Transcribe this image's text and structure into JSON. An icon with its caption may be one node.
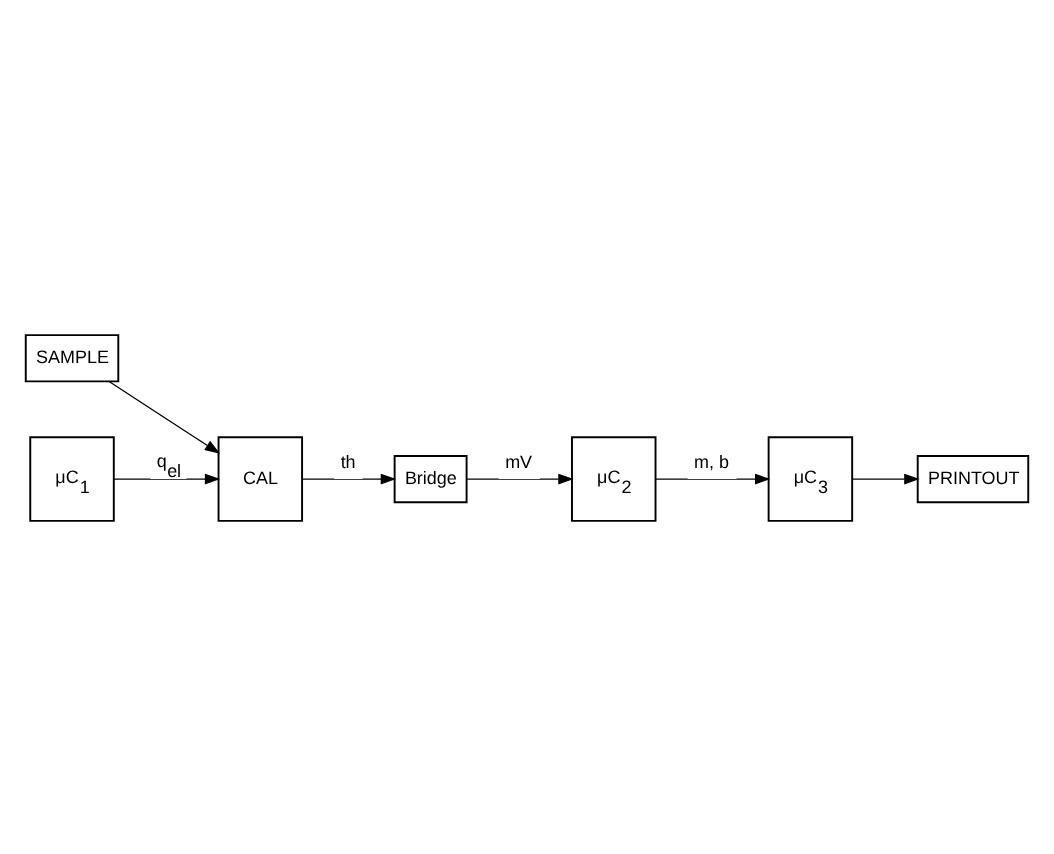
{
  "diagram": {
    "nodes": [
      {
        "text": [
          "SAMPLE"
        ]
      },
      {
        "text": [
          "Bridge"
        ]
      },
      {
        "text": [
          "μC$_{1}$"
        ]
      },
      {
        "text": [
          "CAL"
        ]
      },
      {
        "text": [
          "μC$_{2}$"
        ]
      },
      {
        "text": [
          "μC$_{3}$"
        ]
      },
      {
        "text": [
          "PRINTOUT"
        ]
      }
    ],
    "edges": [
      {
        "from": 0,
        "to": 3,
        "arrow": "to"
      },
      {
        "from": 3,
        "to": 1,
        "arrow": "to",
        "label": "th"
      },
      {
        "from": 1,
        "to": 4,
        "arrow": "to",
        "label": "mV"
      },
      {
        "from": 2,
        "to": 3,
        "arrow": "to",
        "label": "q$_{el}$"
      },
      {
        "from": 4,
        "to": 5,
        "arrow": "to",
        "label": "m, b"
      },
      {
        "from": 5,
        "to": 6,
        "arrow": "to"
      }
    ]
  }
}
